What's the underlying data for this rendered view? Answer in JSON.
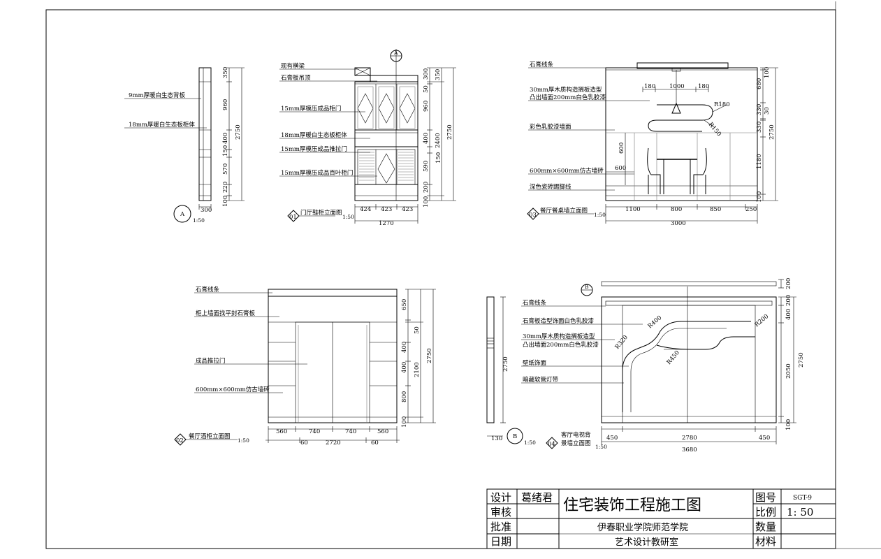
{
  "views": {
    "a": {
      "label": "A",
      "scale": "1:50",
      "notes": [
        "9mm厚暖白生态背板",
        "18mm厚暖白生态板柜体"
      ],
      "dims_v": [
        "350",
        "960",
        "400",
        "150",
        "570",
        "220",
        "100"
      ],
      "overall_v": "2750",
      "dim_h": "300"
    },
    "v01": {
      "number": "01",
      "title": "门厅鞋柜立面图",
      "scale": "1:50",
      "section_mark": "A",
      "notes": [
        "现有横梁",
        "石膏板吊顶",
        "15mm厚模压成品柜门",
        "18mm厚暖白生态板柜体",
        "15mm厚模压成品推拉门",
        "15mm厚模压成品百叶柜门"
      ],
      "dims_v_inner": [
        "300",
        "50",
        "960",
        "400",
        "150",
        "590",
        "200",
        "100"
      ],
      "dims_v_mid": [
        "350",
        "2400"
      ],
      "overall_v": "2750",
      "dims_h": [
        "424",
        "423",
        "423"
      ],
      "overall_h": "1270"
    },
    "v02": {
      "number": "02",
      "title": "餐厅酒柜立面图",
      "scale": "1:50",
      "notes": [
        "石膏线条",
        "柜上墙面找平封石膏板",
        "成品推拉门",
        "600mm×600mm仿古墙砖"
      ],
      "dims_v": [
        "650",
        "50",
        "400",
        "400",
        "800",
        "100"
      ],
      "dim_v_mid": "2100",
      "overall_v": "2750",
      "dims_h": [
        "560",
        "740",
        "740",
        "560"
      ],
      "dims_h2": [
        "60",
        "2720",
        "60"
      ]
    },
    "v03": {
      "number": "03",
      "title": "餐厅餐桌墙立面图",
      "scale": "1:50",
      "notes": [
        "石膏线条",
        "30mm厚木质构造搁板造型",
        "凸出墙面200mm白色乳胶漆",
        "彩色乳胶漆墙面",
        "600mm×600mm仿古墙砖",
        "深色瓷砖踢脚线"
      ],
      "top_dims": [
        "180",
        "1000",
        "180"
      ],
      "radii": [
        "R180",
        "R150"
      ],
      "inner_dims": [
        "600",
        "600"
      ],
      "dims_v": [
        "100",
        "680",
        "330",
        "30",
        "330",
        "1180",
        "100"
      ],
      "overall_v": "2750",
      "dims_h": [
        "1100",
        "800",
        "850",
        "250"
      ],
      "overall_h": "3000"
    },
    "v04": {
      "number": "04",
      "title_line1": "客厅电视背",
      "title_line2": "景墙立面图",
      "scale": "1:50",
      "section_mark": "B",
      "notes": [
        "石膏线条",
        "石膏板造型饰面白色乳胶漆",
        "30mm厚木质构造搁板造型",
        "凸出墙面200mm白色乳胶漆",
        "壁纸饰面",
        "暗藏软管灯带"
      ],
      "radii": [
        "R400",
        "R200",
        "R320",
        "R450"
      ],
      "dims_v_top": [
        "200"
      ],
      "dims_v": [
        "200",
        "400",
        "2050",
        "100"
      ],
      "overall_v": "2750",
      "dims_h": [
        "450",
        "2780",
        "450"
      ],
      "overall_h": "3680"
    },
    "vb": {
      "label": "B",
      "scale": "1:50",
      "dim_v": "2750",
      "dim_h": "130"
    }
  },
  "title_block": {
    "design_label": "设计",
    "designer": "葛绪君",
    "review_label": "审核",
    "approve_label": "批准",
    "date_label": "日期",
    "project_title": "住宅装饰工程施工图",
    "school": "伊春职业学院师范学院",
    "office": "艺术设计教研室",
    "drawing_no_label": "图号",
    "drawing_no": "SGT-9",
    "scale_label": "比例",
    "scale": "1: 50",
    "quantity_label": "数量",
    "material_label": "材料"
  }
}
